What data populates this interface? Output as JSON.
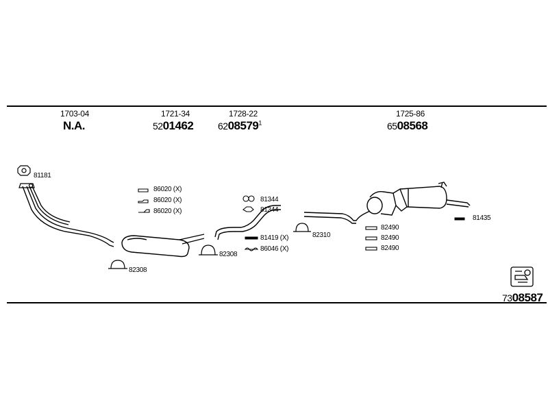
{
  "sections": [
    {
      "ref": "1703-04",
      "part": {
        "prefix": "",
        "number": "N.A.",
        "suffix": ""
      }
    },
    {
      "ref": "1721-34",
      "part": {
        "prefix": "52",
        "number": "01462",
        "suffix": ""
      }
    },
    {
      "ref": "1728-22",
      "part": {
        "prefix": "62",
        "number": "08579",
        "suffix": "1"
      }
    },
    {
      "ref": "1725-86",
      "part": {
        "prefix": "65",
        "number": "08568",
        "suffix": ""
      }
    }
  ],
  "labels": {
    "l81181": "81181",
    "l82308a": "82308",
    "l86020a": "86020 (X)",
    "l86020b": "86020 (X)",
    "l86020c": "86020 (X)",
    "l82308b": "82308",
    "l81344a": "81344",
    "l81344b": "81344",
    "l81419": "81419 (X)",
    "l86046": "86046 (X)",
    "l82310": "82310",
    "l82490a": "82490",
    "l82490b": "82490",
    "l82490c": "82490",
    "l81435": "81435"
  },
  "diagram_code": {
    "prefix": "73",
    "number": "08587"
  },
  "icons": [
    "clamp-icon",
    "gasket-icon",
    "mounting-rubber-icon",
    "bolt-icon",
    "diagram-reference-icon"
  ]
}
